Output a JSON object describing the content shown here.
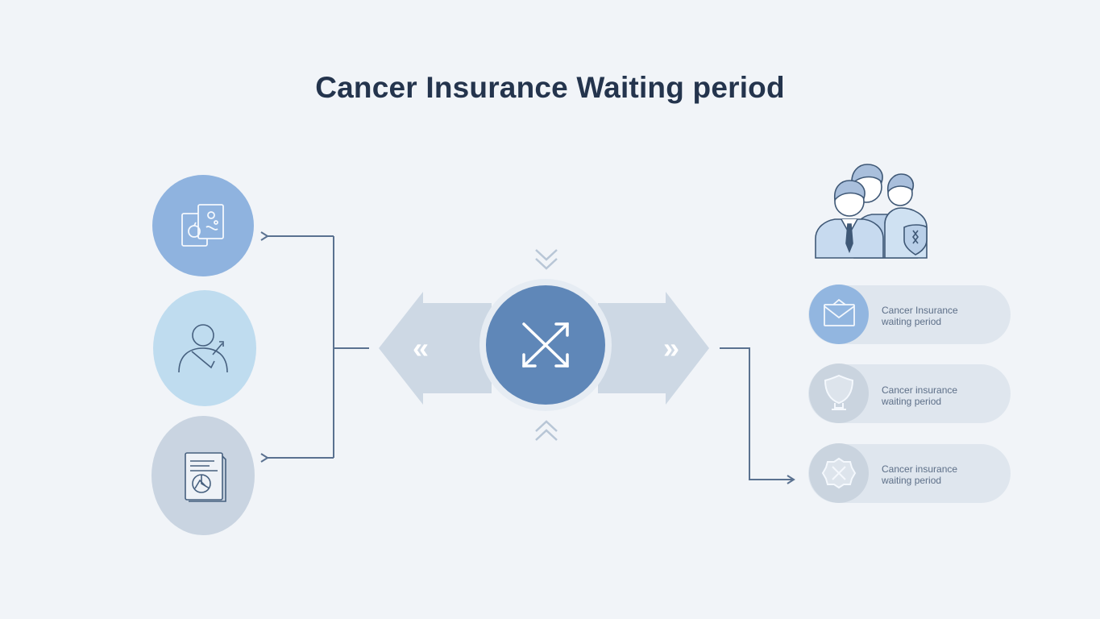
{
  "title": "Cancer Insurance Waiting period",
  "left_nodes": [
    {
      "icon": "medical-documents-icon",
      "color": "#8fb3df"
    },
    {
      "icon": "person-progress-icon",
      "color": "#bfdcef"
    },
    {
      "icon": "report-document-icon",
      "color": "#c9d4e1"
    }
  ],
  "center": {
    "icon": "shuffle-arrows-icon",
    "color": "#5f87b8",
    "left_arrow_glyph": "«",
    "right_arrow_glyph": "»"
  },
  "people_group": {
    "icon": "family-group-icon"
  },
  "right_items": [
    {
      "icon": "envelope-icon",
      "line1": "Cancer Insurance",
      "line2": "waiting period"
    },
    {
      "icon": "shield-cup-icon",
      "line1": "Cancer insurance",
      "line2": "waiting period"
    },
    {
      "icon": "badge-cross-icon",
      "line1": "Cancer insurance",
      "line2": "waiting period"
    }
  ],
  "colors": {
    "background": "#f1f4f8",
    "title": "#24344d",
    "connector": "#5a7190",
    "arrow_band": "#cdd8e4"
  }
}
